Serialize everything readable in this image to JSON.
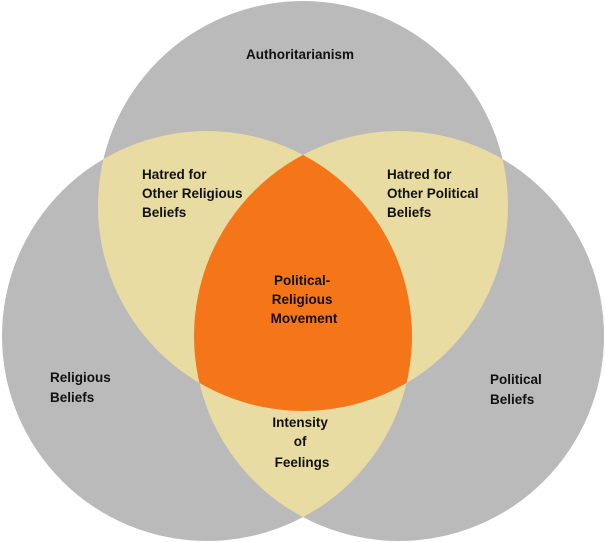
{
  "diagram": {
    "colors": {
      "background": "#ffffff",
      "circle": "#bababa",
      "pair_overlap": "#e8dca2",
      "center_overlap": "#f47619",
      "text": "#111111"
    },
    "labels": {
      "authoritarianism": "Authoritarianism",
      "religious_beliefs": [
        "Religious",
        "Beliefs"
      ],
      "political_beliefs": [
        "Political",
        "Beliefs"
      ],
      "hatred_religious": [
        "Hatred for",
        "Other Religious",
        "Beliefs"
      ],
      "hatred_political": [
        "Hatred for",
        "Other Political",
        "Beliefs"
      ],
      "intensity": [
        "Intensity",
        "of",
        "Feelings"
      ],
      "movement": [
        "Political-",
        "Religious",
        "Movement"
      ]
    }
  }
}
